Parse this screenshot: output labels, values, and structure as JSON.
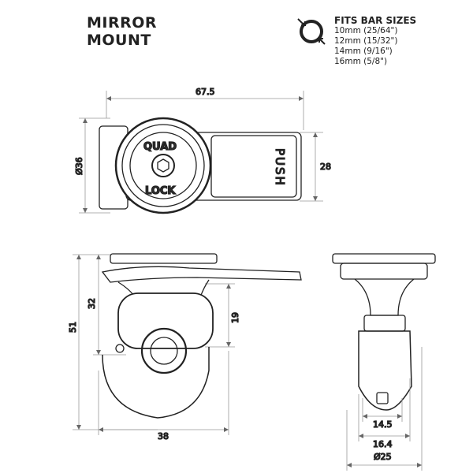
{
  "title": [
    "MIRROR",
    "MOUNT"
  ],
  "bar_sizes": {
    "heading": "FITS BAR SIZES",
    "icon": "bar-diameter-icon",
    "items": [
      "10mm (25/64\")",
      "12mm (15/32\")",
      "14mm (9/16\")",
      "16mm (5/8\")"
    ]
  },
  "top_view": {
    "width": "67.5",
    "diameter": "Ø36",
    "tab_height": "28",
    "logo_top": "QUAD",
    "logo_bottom": "LOCK",
    "tab_label": "PUSH"
  },
  "side_view": {
    "total_height": "51",
    "upper_height": "32",
    "clamp_height": "19",
    "width": "38"
  },
  "front_view": {
    "inner_width": "14.5",
    "outer_width": "16.4",
    "diameter": "Ø25"
  }
}
